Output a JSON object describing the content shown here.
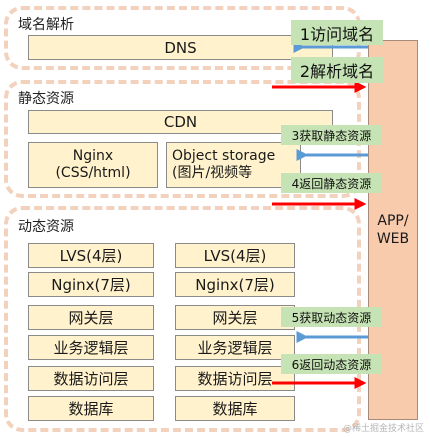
{
  "panels": {
    "dns": {
      "title": "域名解析"
    },
    "static": {
      "title": "静态资源"
    },
    "dynamic": {
      "title": "动态资源"
    }
  },
  "boxes": {
    "dns": "DNS",
    "cdn": "CDN",
    "nginx": {
      "line1": "Nginx",
      "line2": "(CSS/html)"
    },
    "object_storage": {
      "line1": "Object storage",
      "line2": "(图片/视频等"
    },
    "lvs_left": "LVS(4层)",
    "lvs_right": "LVS(4层)",
    "nginx7_left": "Nginx(7层)",
    "nginx7_right": "Nginx(7层)",
    "gateway_left": "网关层",
    "gateway_right": "网关层",
    "biz_left": "业务逻辑层",
    "biz_right": "业务逻辑层",
    "dal_left": "数据访问层",
    "dal_right": "数据访问层",
    "db_left": "数据库",
    "db_right": "数据库"
  },
  "app": {
    "line1": "APP/",
    "line2": "WEB"
  },
  "steps": {
    "s1": "1访问域名",
    "s2": "2解析域名",
    "s3": "3获取静态资源",
    "s4": "4返回静态资源",
    "s5": "5获取动态资源",
    "s6": "6返回动态资源"
  },
  "colors": {
    "request_arrow": "#5b9bd5",
    "response_arrow": "#ff0000",
    "panel_border": "#f3d2bd",
    "box_fill": "#fff2cc",
    "app_fill": "#f8cbad",
    "label_fill": "#c5e3b4"
  },
  "watermark": "@稀土掘金技术社区"
}
